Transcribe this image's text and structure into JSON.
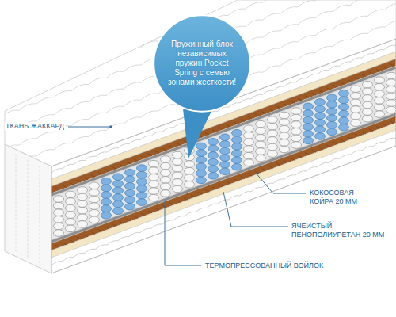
{
  "diagram": {
    "nodes": [
      {
        "text": [
          "Пружинный блок независимых пружин Pocket Spring с семью зонами жесткости!"
        ]
      }
    ],
    "labels": [
      "ТКАНЬ ЖАККАРД",
      "КОКОСОВАЯ КОЙРА 20 ММ",
      "ЯЧЕИСТЫЙ ПЕНОПОЛИУРЕТАН 20 ММ",
      "ТЕРМОПРЕССОВАННЫЙ ВОЙЛОК"
    ]
  }
}
